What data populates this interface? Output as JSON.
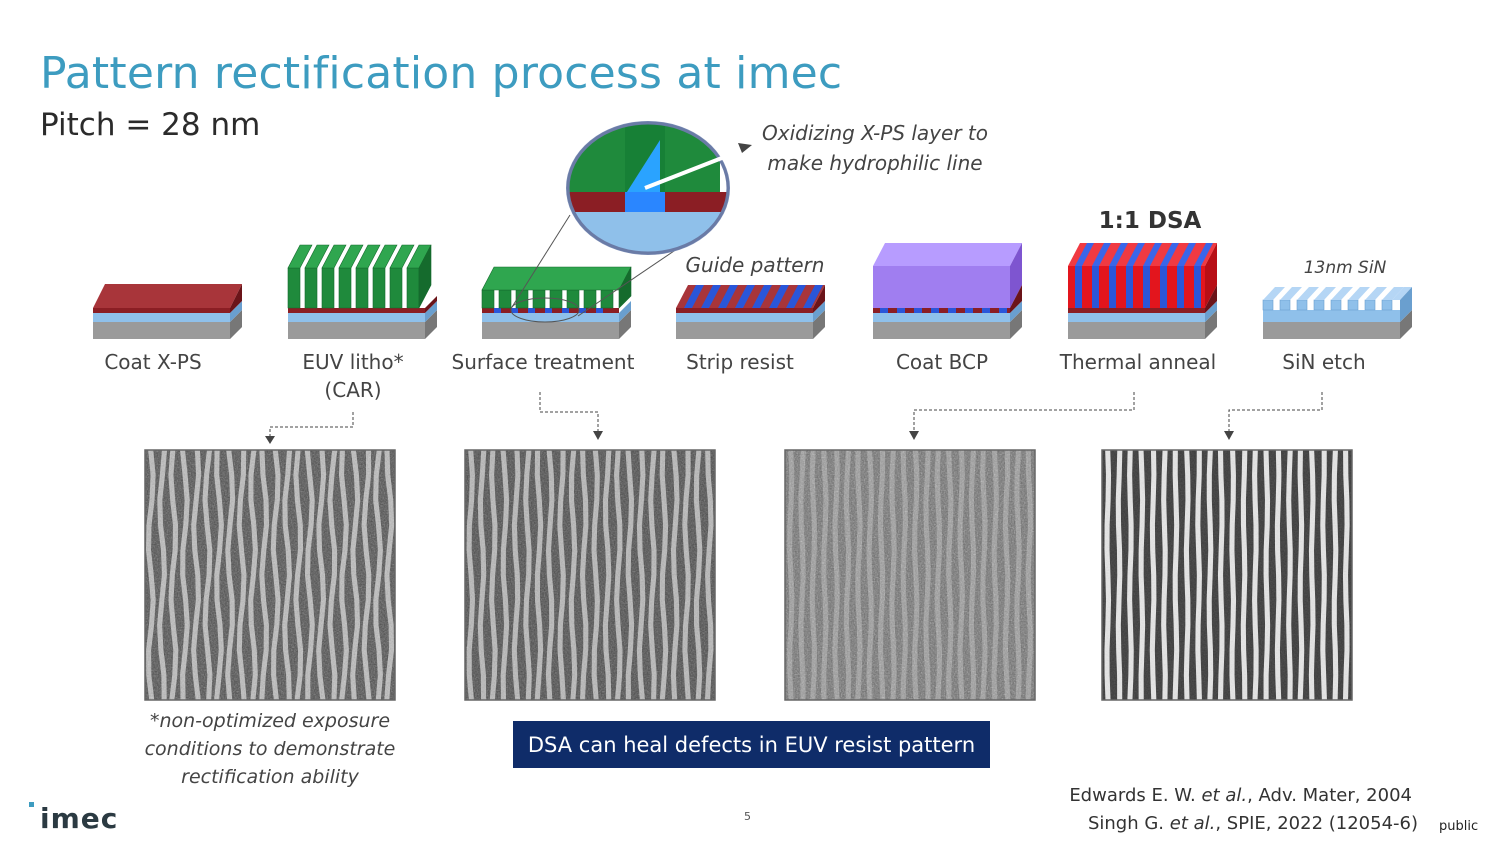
{
  "slide": {
    "title": "Pattern rectification process at imec",
    "subtitle": "Pitch = 28 nm",
    "page_number": "5",
    "classification": "public",
    "logo": "imec"
  },
  "steps": [
    {
      "label": "Coat X-PS"
    },
    {
      "label": "EUV litho*",
      "label2": "(CAR)"
    },
    {
      "label": "Surface treatment"
    },
    {
      "label": "Strip resist"
    },
    {
      "label": "Coat BCP"
    },
    {
      "label": "Thermal anneal"
    },
    {
      "label": "SiN etch"
    }
  ],
  "annotations": {
    "oxidizing_line1": "Oxidizing X-PS layer to",
    "oxidizing_line2": "make hydrophilic line",
    "guide_pattern": "Guide pattern",
    "dsa_label": "1:1 DSA",
    "sin_label": "13nm SiN",
    "footnote_line1": "*non-optimized exposure",
    "footnote_line2": "conditions to demonstrate",
    "footnote_line3": "rectification ability"
  },
  "callout": "DSA can heal defects in EUV resist pattern",
  "references": {
    "ref1_prefix": "Edwards E. W. ",
    "ref1_etal": "et al.",
    "ref1_suffix": ", Adv. Mater, 2004",
    "ref2_prefix": "Singh G. ",
    "ref2_etal": "et al.",
    "ref2_suffix": ", SPIE, 2022 (12054-6)"
  },
  "colors": {
    "title": "#3d9cc0",
    "xps": "#8b1e24",
    "resist": "#1f8a3c",
    "sin": "#7fb6e6",
    "substrate": "#9a9a9a",
    "bcp": "#9b6fe6",
    "dsa_red": "#e3151d",
    "dsa_blue": "#2a56d9",
    "callout_bg": "#0f2c69"
  }
}
